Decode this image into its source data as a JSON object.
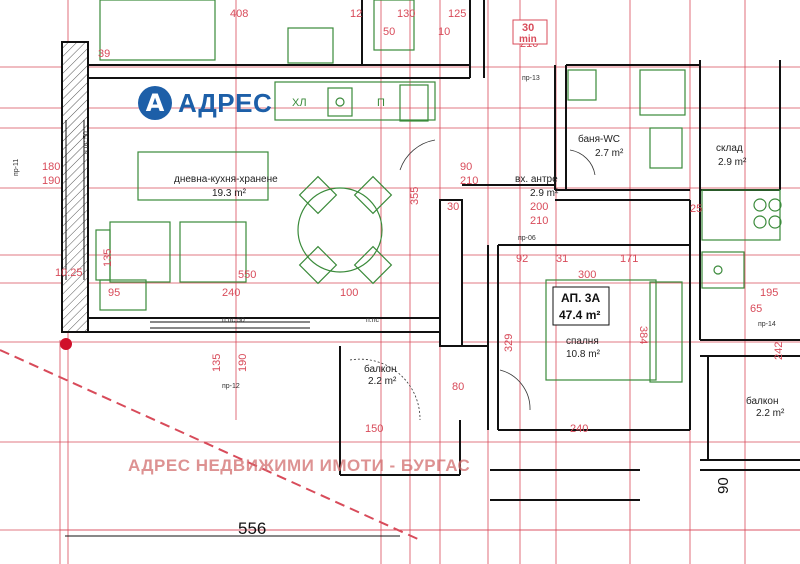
{
  "logo": {
    "mark": "А",
    "text": "АДРЕС"
  },
  "watermark": "АДРЕС НЕДВИЖИМИ ИМОТИ - БУРГАС",
  "apartment": {
    "name": "АП. 3А",
    "area": "47.4 m²"
  },
  "rooms": {
    "living": {
      "name": "дневна-кухня-хранене",
      "area": "19.3 m²"
    },
    "bath": {
      "name": "баня-WC",
      "area": "2.7 m²"
    },
    "hall": {
      "name": "вх. антре",
      "area": "2.9 m²"
    },
    "bedroom": {
      "name": "спалня",
      "area": "10.8 m²"
    },
    "storage": {
      "name": "склад",
      "area": "2.9 m²"
    },
    "balcony1": {
      "name": "балкон",
      "area": "2.2 m²"
    },
    "balcony2": {
      "name": "балкон",
      "area": "2.2 m²"
    }
  },
  "fixtures": {
    "fridge": "ХЛ",
    "dishwasher": "П"
  },
  "fire_rating": {
    "value": "30",
    "unit": "min"
  },
  "dimensions": {
    "d408": "408",
    "d12": "12",
    "d130": "130",
    "d125a": "125",
    "d39": "39",
    "d50a": "50",
    "d10": "10",
    "d210a": "210",
    "d135": "135",
    "d95": "95",
    "d240a": "240",
    "d100": "100",
    "d550": "550",
    "d180": "180",
    "d190a": "190",
    "d10_25": "10.25",
    "d25a": "25",
    "d90": "90",
    "d210b": "210",
    "d355": "355",
    "d92": "92",
    "d300": "300",
    "d384": "384",
    "d171": "171",
    "d31": "31",
    "d329": "329",
    "d30": "30",
    "d195": "195",
    "d65": "65",
    "d242": "242",
    "d556": "556",
    "d200": "200",
    "d210c": "210",
    "d150": "150",
    "d240b": "240",
    "d80": "80",
    "d90b": "90",
    "d135b": "135",
    "d190b": "190"
  },
  "tags": {
    "t1": "пр-13",
    "t2": "пр-11",
    "t3": "пр-12",
    "t4": "пр-14",
    "t5": "пр-06",
    "sill1": "п.пс 50",
    "sill2": "п.пс",
    "sill3": "п.пс 50"
  }
}
